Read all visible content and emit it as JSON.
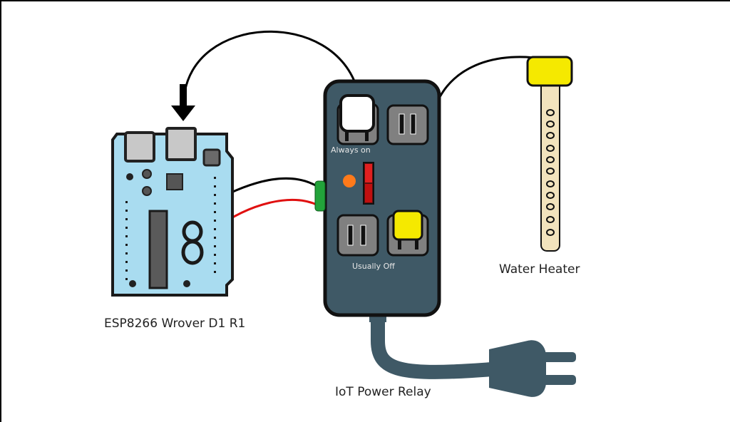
{
  "labels": {
    "board": "ESP8266 Wrover D1 R1",
    "relay": "IoT Power Relay",
    "heater": "Water Heater",
    "outlet_always_on": "Always on",
    "outlet_usually_off": "Usually Off"
  },
  "colors": {
    "board_fill": "#a9dcf0",
    "relay_body": "#3f5966",
    "outlet_gray": "#808080",
    "heater_cap": "#f5e900",
    "heater_tube": "#f2e3bd",
    "wire_black": "#000000",
    "wire_red": "#e01010",
    "connector_green": "#22a33a",
    "indicator_orange": "#ff7a1a",
    "switch_red": "#c01010"
  }
}
